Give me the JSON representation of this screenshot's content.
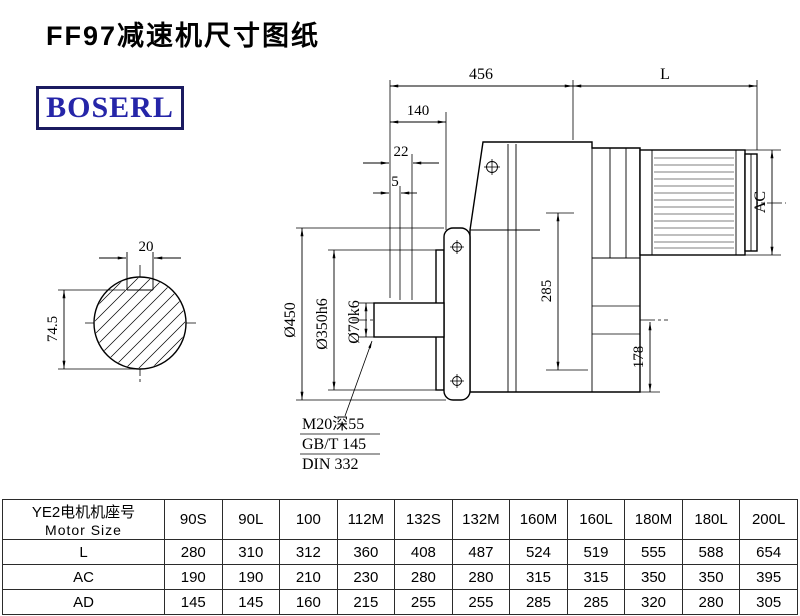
{
  "title": "FF97减速机尺寸图纸",
  "logo": {
    "text": "BOSERL",
    "text_color": "#2525a8",
    "border_color": "#1b1b60"
  },
  "drawing": {
    "d456": "456",
    "dL": "L",
    "d140": "140",
    "d22": "22",
    "d5": "5",
    "dAC": "AC",
    "d285": "285",
    "d178": "178",
    "flange_dia": "Ø450",
    "spigot_dia": "Ø350h6",
    "shaft_dia": "Ø70k6",
    "key_width": "20",
    "key_height": "74.5",
    "tap_hole": "M20深55",
    "standard1": "GB/T 145",
    "standard2": "DIN 332"
  },
  "table": {
    "header_cn": "YE2电机机座号",
    "header_en": "Motor Size",
    "columns": [
      "90S",
      "90L",
      "100",
      "112M",
      "132S",
      "132M",
      "160M",
      "160L",
      "180M",
      "180L",
      "200L"
    ],
    "rows": [
      {
        "label": "L",
        "values": [
          "280",
          "310",
          "312",
          "360",
          "408",
          "487",
          "524",
          "519",
          "555",
          "588",
          "654"
        ]
      },
      {
        "label": "AC",
        "values": [
          "190",
          "190",
          "210",
          "230",
          "280",
          "280",
          "315",
          "315",
          "350",
          "350",
          "395"
        ]
      },
      {
        "label": "AD",
        "values": [
          "145",
          "145",
          "160",
          "215",
          "255",
          "255",
          "285",
          "285",
          "320",
          "280",
          "305"
        ]
      }
    ]
  }
}
